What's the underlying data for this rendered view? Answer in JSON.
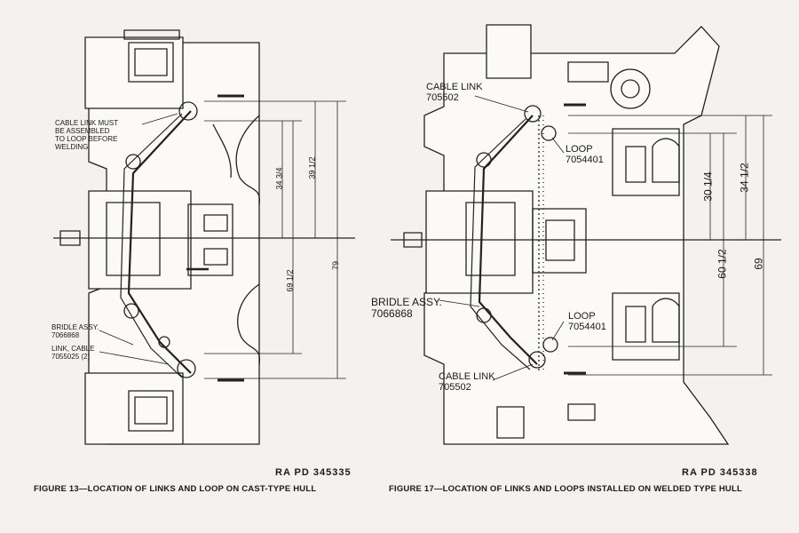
{
  "figure13": {
    "caption": "FIGURE 13—LOCATION OF LINKS AND LOOP ON CAST-TYPE HULL",
    "ra_number": "RA PD 345335",
    "callouts": {
      "cable_link_note": [
        "CABLE LINK MUST",
        "BE ASSEMBLED",
        "TO LOOP BEFORE",
        "WELDING"
      ],
      "bridle": [
        "BRIDLE ASSY.",
        "7066868"
      ],
      "link_cable": [
        "LINK, CABLE",
        "7055025 (2)"
      ]
    },
    "dimensions": [
      "34 3/4",
      "39 1/2",
      "69 1/2",
      "79"
    ]
  },
  "figure17": {
    "caption": "FIGURE 17—LOCATION OF LINKS AND LOOPS INSTALLED ON WELDED TYPE HULL",
    "ra_number": "RA PD 345338",
    "callouts": {
      "cable_link_top": [
        "CABLE LINK",
        "705502"
      ],
      "loop_top": [
        "LOOP",
        "7054401"
      ],
      "bridle": [
        "BRIDLE ASSY.",
        "7066868"
      ],
      "loop_bottom": [
        "LOOP",
        "7054401"
      ],
      "cable_link_bottom": [
        "CABLE LINK",
        "705502"
      ]
    },
    "dimensions": [
      "30 1/4",
      "34 1/2",
      "60 1/2",
      "69"
    ]
  }
}
